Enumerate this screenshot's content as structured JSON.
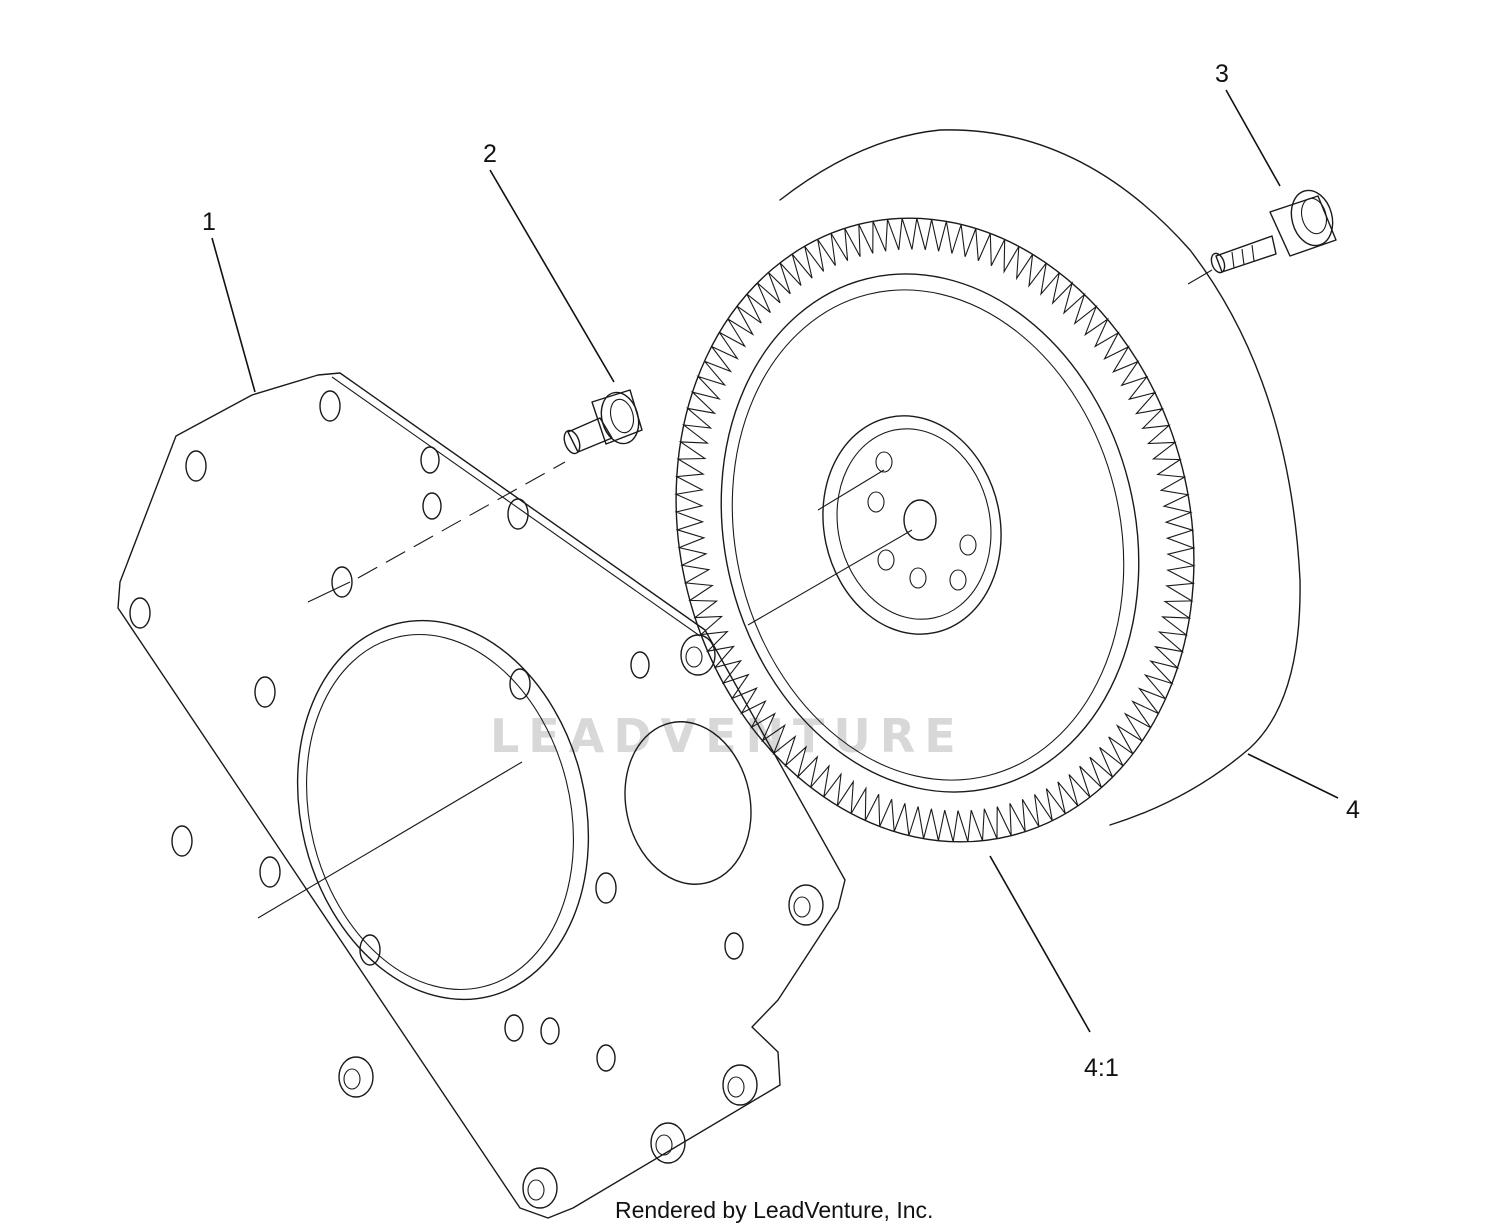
{
  "diagram": {
    "callouts": [
      {
        "id": "1",
        "label": "1"
      },
      {
        "id": "2",
        "label": "2"
      },
      {
        "id": "3",
        "label": "3"
      },
      {
        "id": "4",
        "label": "4"
      },
      {
        "id": "4-1",
        "label": "4:1"
      }
    ],
    "watermark_text": "LEADVENTURE",
    "footer_text": "Rendered by LeadVenture, Inc."
  }
}
